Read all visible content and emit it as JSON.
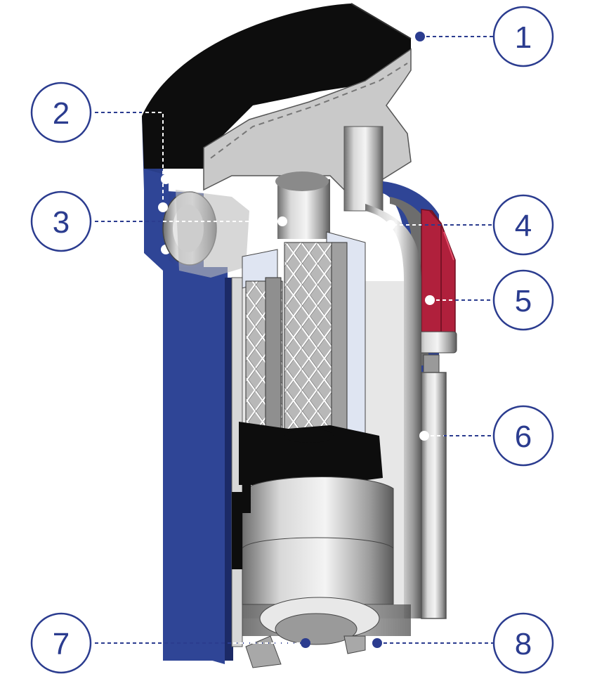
{
  "colors": {
    "accent": "#2b3c8f",
    "housing_blue": "#2f4596",
    "cap_black": "#0d0d0d",
    "gauge_red": "#b0203c",
    "metal_grey": "#b4b4b4",
    "filter_light": "#dfe5f2"
  },
  "callouts": [
    {
      "id": "1",
      "label": "1"
    },
    {
      "id": "2",
      "label": "2"
    },
    {
      "id": "3",
      "label": "3"
    },
    {
      "id": "4",
      "label": "4"
    },
    {
      "id": "5",
      "label": "5"
    },
    {
      "id": "6",
      "label": "6"
    },
    {
      "id": "7",
      "label": "7"
    },
    {
      "id": "8",
      "label": "8"
    }
  ]
}
